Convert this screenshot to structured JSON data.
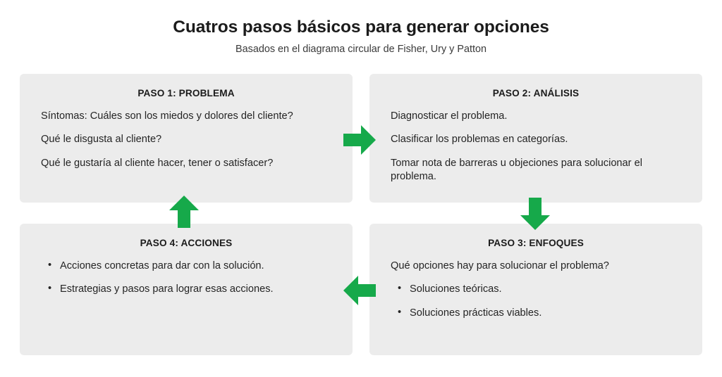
{
  "header": {
    "title": "Cuatros pasos básicos para generar opciones",
    "subtitle": "Basados en el diagrama circular de Fisher, Ury y Patton"
  },
  "colors": {
    "arrow_green": "#16a94a",
    "panel_background": "#ececec",
    "page_background": "#ffffff",
    "heading_text": "#1b1b1b",
    "body_text": "#242424"
  },
  "steps": [
    {
      "id": "paso-1",
      "heading": "PASO 1: PROBLEMA",
      "bulleted": false,
      "lines": [
        "Síntomas: Cuáles son los miedos y dolores del cliente?",
        "Qué le disgusta al cliente?",
        "Qué le gustaría al cliente hacer, tener o satisfacer?"
      ]
    },
    {
      "id": "paso-2",
      "heading": "PASO 2: ANÁLISIS",
      "bulleted": false,
      "lines": [
        "Diagnosticar el problema.",
        "Clasificar los problemas en categorías.",
        "Tomar nota de barreras u objeciones para solucionar el problema."
      ]
    },
    {
      "id": "paso-3",
      "heading": "PASO 3: ENFOQUES",
      "bulleted": "mixed",
      "lines": [
        "Qué opciones hay para solucionar el problema?",
        "Soluciones teóricas.",
        "Soluciones prácticas viables."
      ]
    },
    {
      "id": "paso-4",
      "heading": "PASO 4: ACCIONES",
      "bulleted": true,
      "lines": [
        "Acciones concretas para dar con la solución.",
        "Estrategias y pasos para lograr esas acciones."
      ]
    }
  ],
  "arrows": [
    {
      "id": "arrow-paso1-to-paso2",
      "direction": "right",
      "icon": "arrow-right-icon"
    },
    {
      "id": "arrow-paso2-to-paso3",
      "direction": "down",
      "icon": "arrow-down-icon"
    },
    {
      "id": "arrow-paso3-to-paso4",
      "direction": "left",
      "icon": "arrow-left-icon"
    },
    {
      "id": "arrow-paso4-to-paso1",
      "direction": "up",
      "icon": "arrow-up-icon"
    }
  ]
}
